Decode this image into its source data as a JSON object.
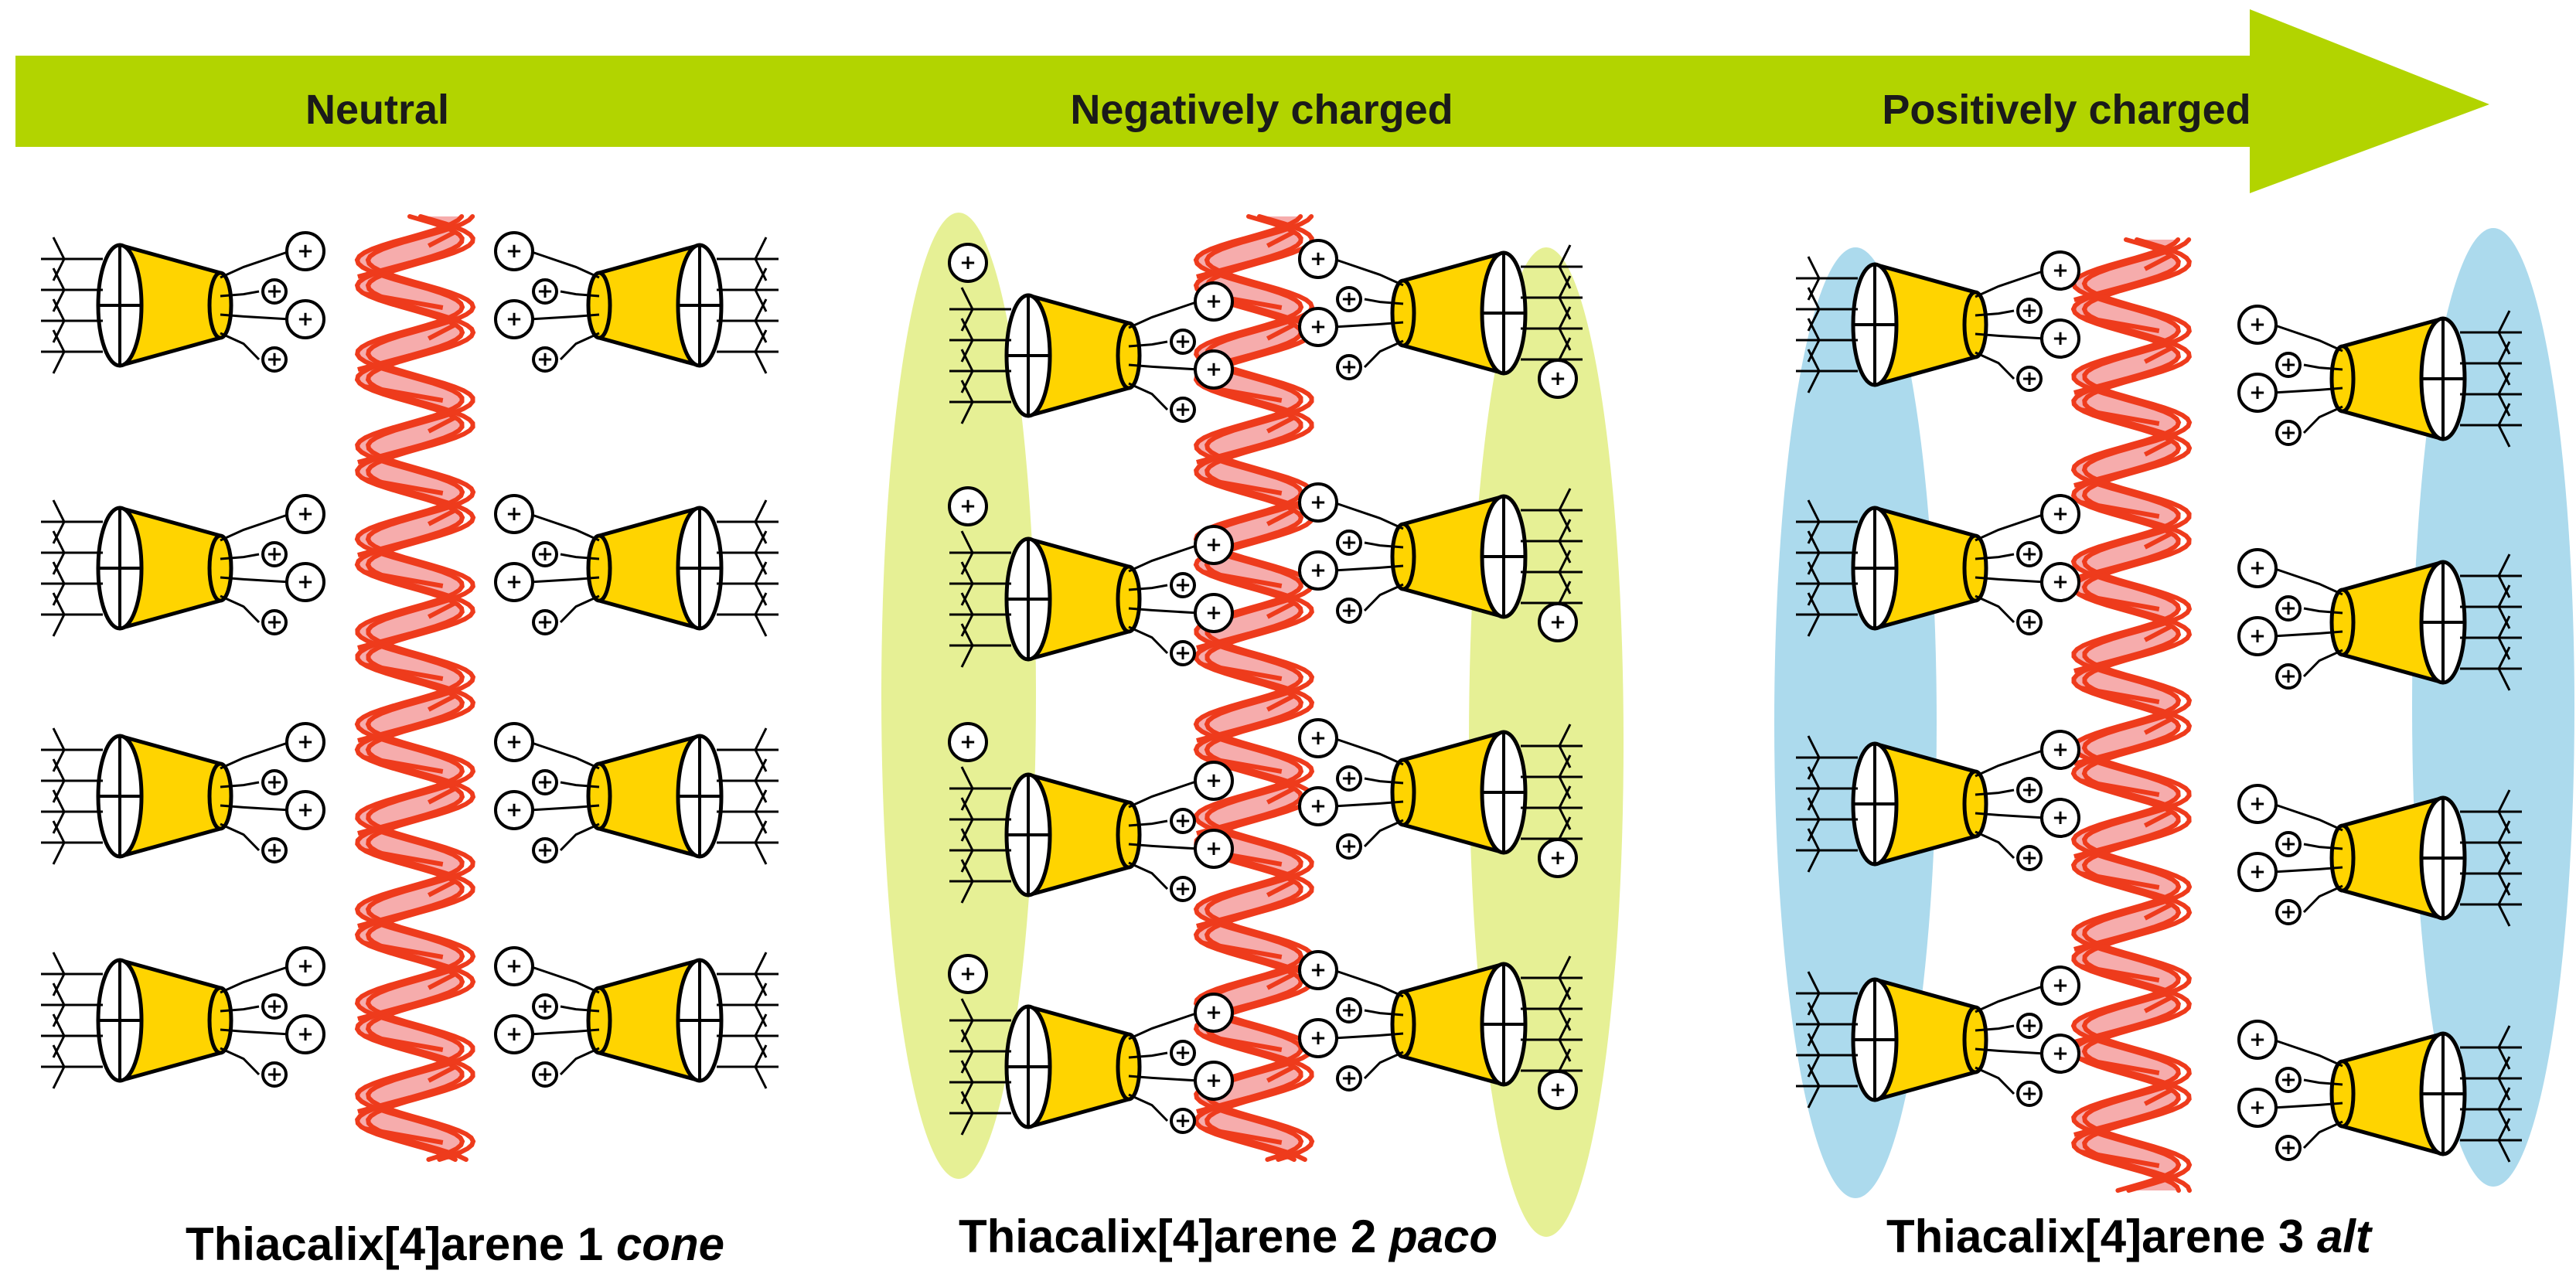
{
  "banner": {
    "labels": [
      "Neutral",
      "Negatively charged",
      "Positively charged"
    ]
  },
  "panels": [
    {
      "caption_main": "Thiacalix[4]arene 1 ",
      "caption_italic": "cone"
    },
    {
      "caption_main": "Thiacalix[4]arene 2 ",
      "caption_italic": "paco"
    },
    {
      "caption_main": "Thiacalix[4]arene 3 ",
      "caption_italic": "alt"
    }
  ],
  "charge_symbol": "+",
  "colors": {
    "arrow": "#b2d400",
    "helix": "#ee3b1c",
    "helix_fill": "#f5a3a3",
    "calixarene": "#ffd400",
    "negative_region": "#e3ee8a",
    "positive_region": "#a8d8ec"
  },
  "icons": [
    "dna-double-helix-icon",
    "calixarene-cone-icon",
    "positive-charge-icon",
    "tert-butyl-group-icon"
  ]
}
